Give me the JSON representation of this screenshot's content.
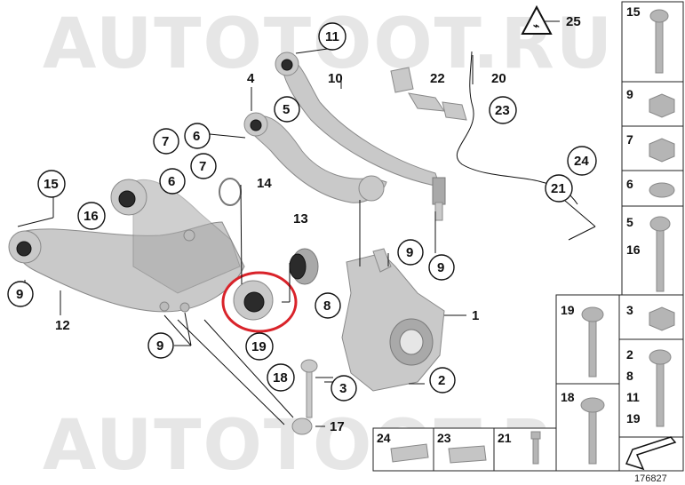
{
  "watermark": {
    "top": "AUTOTOOT.RU",
    "bottom": "AUTOTOOT.RU"
  },
  "callouts": {
    "c1": "1",
    "c2": "2",
    "c3": "3",
    "c4": "4",
    "c5": "5",
    "c6a": "6",
    "c6b": "6",
    "c7a": "7",
    "c7b": "7",
    "c8": "8",
    "c9a": "9",
    "c9b": "9",
    "c9c": "9",
    "c9d": "9",
    "c10": "10",
    "c11": "11",
    "c12": "12",
    "c13": "13",
    "c14": "14",
    "c15": "15",
    "c16": "16",
    "c17": "17",
    "c18": "18",
    "c19": "19",
    "c20": "20",
    "c21": "21",
    "c22": "22",
    "c23": "23",
    "c24": "24",
    "c25": "25"
  },
  "side_panel": {
    "p15": "15",
    "p9": "9",
    "p7": "7",
    "p6": "6",
    "p5": "5",
    "p16": "16",
    "p19": "19",
    "p3": "3",
    "p2": "2",
    "p8": "8",
    "p18": "18",
    "p11": "11",
    "p19b": "19"
  },
  "bottom_panel": {
    "b24": "24",
    "b23": "23",
    "b21": "21"
  },
  "reference_number": "176827",
  "highlight_color": "#d9232a"
}
